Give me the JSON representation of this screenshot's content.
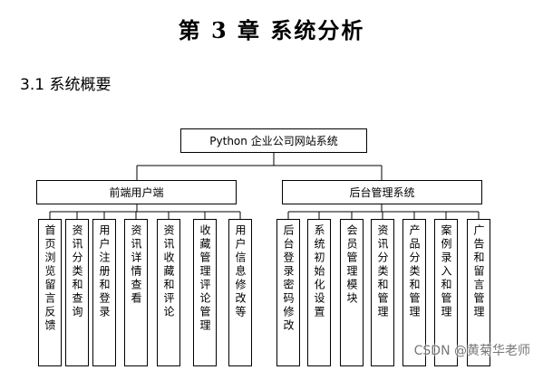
{
  "chapter": {
    "title": "第 3 章  系统分析"
  },
  "section": {
    "title": "3.1 系统概要"
  },
  "diagram": {
    "root": "Python 企业公司网站系统",
    "groups": [
      {
        "label": "前端用户端",
        "children": [
          "首页浏览留言反馈",
          "资讯分类和查询",
          "用户注册和登录",
          "资讯详情查看",
          "资讯收藏和评论",
          "收藏管理评论管理",
          "用户信息修改等"
        ]
      },
      {
        "label": "后台管理系统",
        "children": [
          "后台登录密码修改",
          "系统初始化设置",
          "会员管理模块",
          "资讯分类和管理",
          "产品分类和管理",
          "案例录入和管理",
          "广告和留言管理"
        ]
      }
    ]
  },
  "watermark": "CSDN @黄菊华老师"
}
